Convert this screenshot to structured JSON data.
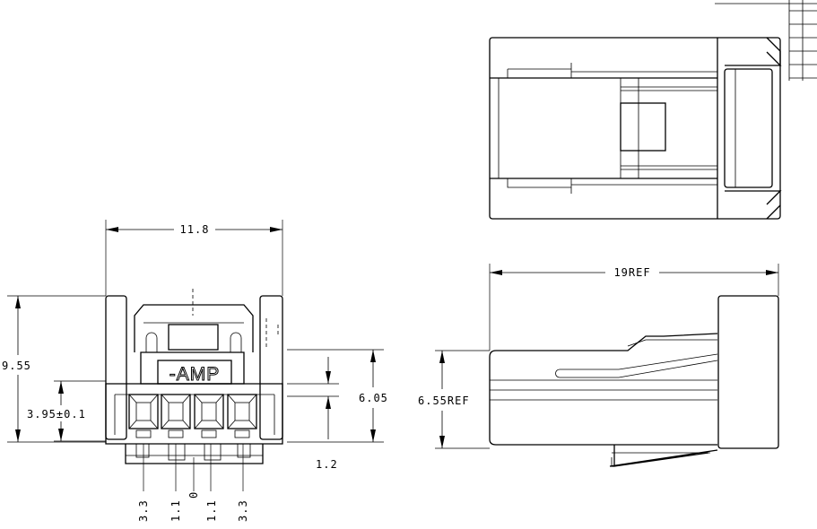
{
  "logo_text": "-AMP",
  "dimensions": {
    "overall_width": "11.8",
    "overall_height": "9.55",
    "pitch_height": "3.95±0.1",
    "latch_height": "6.05",
    "rib_height": "1.2",
    "side_height": "6.55REF",
    "side_length": "19REF",
    "pos_outer_left": "3.3",
    "pos_inner_left": "1.1",
    "pos_center": "0",
    "pos_inner_right": "1.1",
    "pos_outer_right": "3.3"
  }
}
